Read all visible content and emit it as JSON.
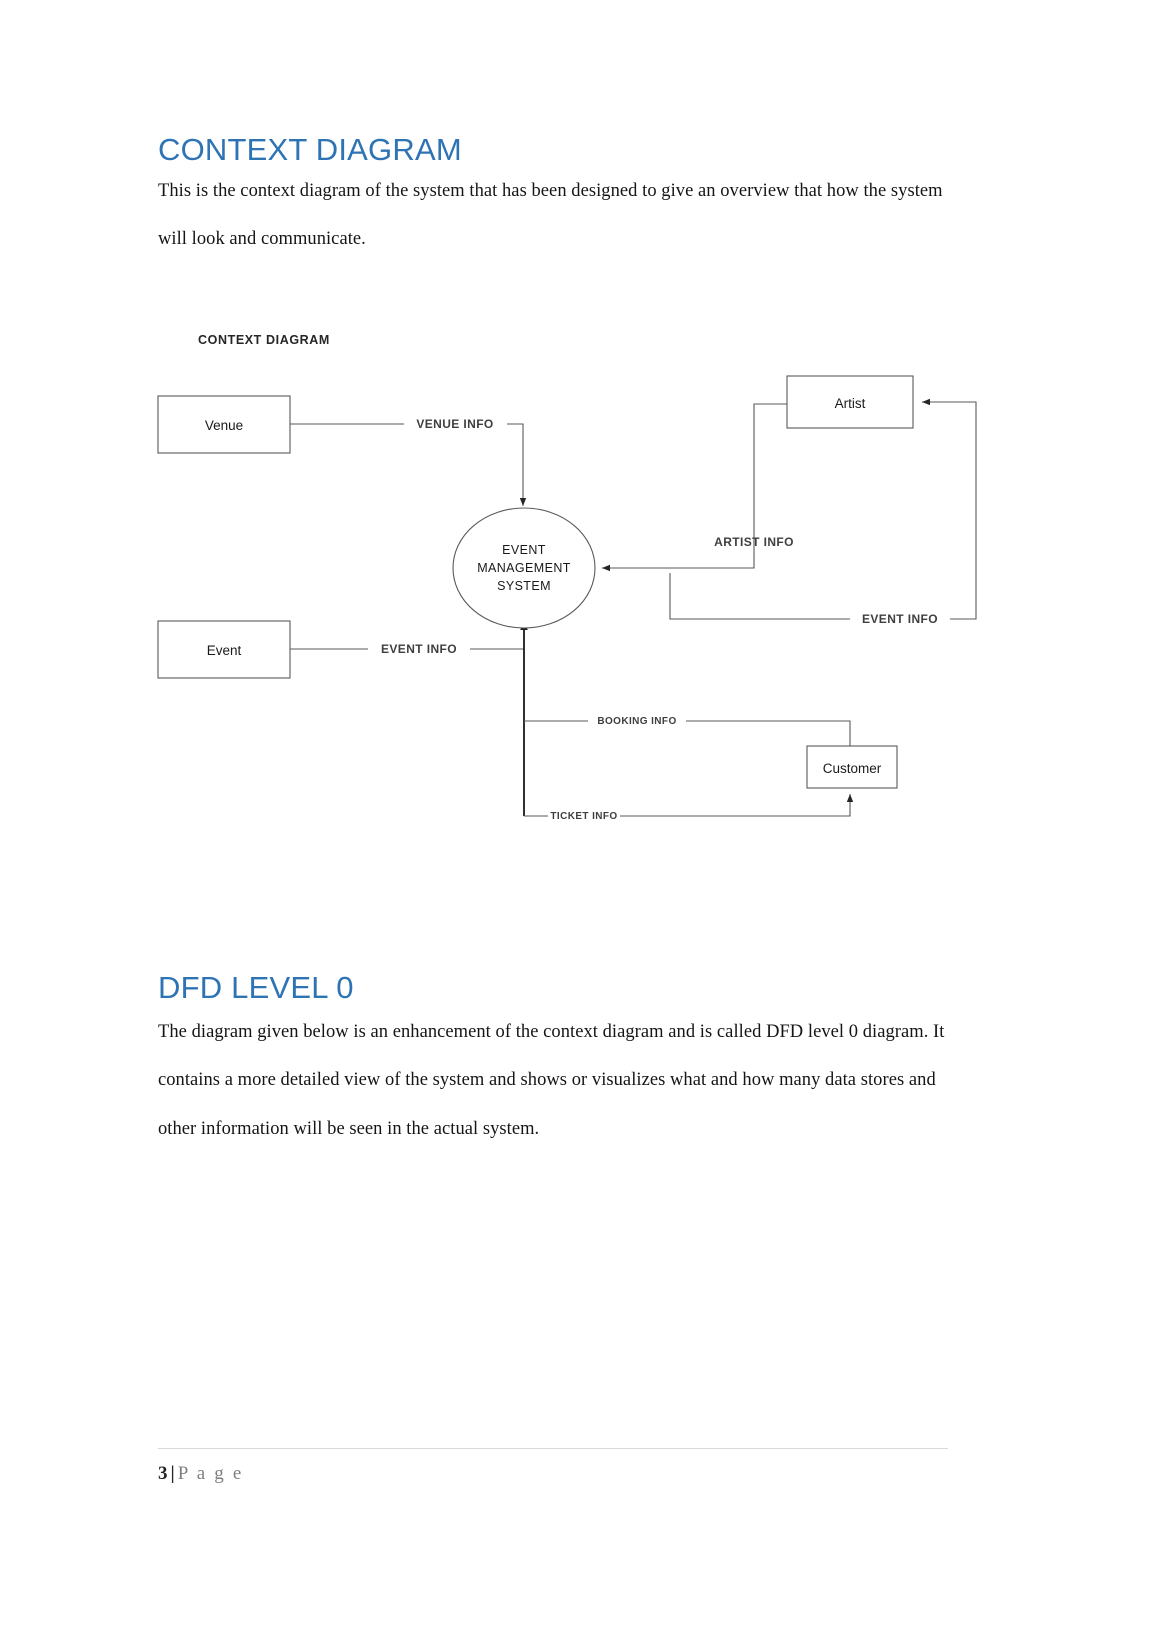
{
  "document": {
    "sections": [
      {
        "heading": "CONTEXT DIAGRAM",
        "paragraph": "This is the context diagram of the system that has been designed to give an overview that how the system will look and communicate."
      },
      {
        "heading": "DFD LEVEL 0",
        "paragraph": "The diagram given below is an enhancement of the context diagram and is called DFD level 0 diagram. It contains a more detailed view of the system and shows or visualizes what and how many data stores and other information will be seen in the actual system."
      }
    ],
    "footer": {
      "page_number": "3",
      "separator": "|",
      "page_word": "P a g e"
    },
    "colors": {
      "heading": "#2e74b5",
      "body": "#151515",
      "diagram_stroke": "#595959",
      "footer_rule": "#d9d9d9"
    }
  },
  "diagram": {
    "type": "context-diagram",
    "title": "CONTEXT DIAGRAM",
    "process": {
      "id": "ems",
      "label_lines": [
        "EVENT",
        "MANAGEMENT",
        "SYSTEM"
      ],
      "shape": "circle"
    },
    "entities": [
      {
        "id": "venue",
        "label": "Venue",
        "shape": "rectangle"
      },
      {
        "id": "artist",
        "label": "Artist",
        "shape": "rectangle"
      },
      {
        "id": "event",
        "label": "Event",
        "shape": "rectangle"
      },
      {
        "id": "customer",
        "label": "Customer",
        "shape": "rectangle"
      }
    ],
    "flows": [
      {
        "label": "VENUE INFO",
        "from": "venue",
        "to": "ems"
      },
      {
        "label": "ARTIST INFO",
        "from": "artist",
        "to": "ems"
      },
      {
        "label": "EVENT INFO",
        "from": "event",
        "to": "ems"
      },
      {
        "label": "EVENT INFO",
        "from": "ems",
        "to": "artist"
      },
      {
        "label": "BOOKING INFO",
        "from": "customer",
        "to": "ems"
      },
      {
        "label": "TICKET INFO",
        "from": "ems",
        "to": "customer"
      }
    ]
  }
}
